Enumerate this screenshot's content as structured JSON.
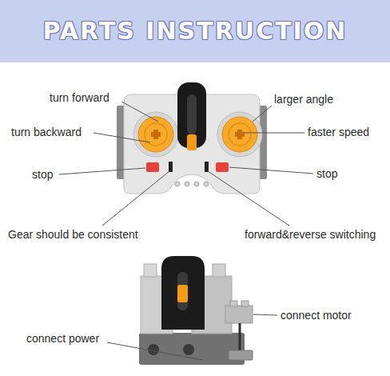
{
  "diagram": {
    "title": "PARTS INSTRUCTION",
    "labels": [
      "turn forward",
      "larger angle",
      "turn backward",
      "faster speed",
      "stop",
      "stop",
      "Gear should be consistent",
      "forward&reverse switching",
      "connect motor",
      "connect power"
    ]
  }
}
